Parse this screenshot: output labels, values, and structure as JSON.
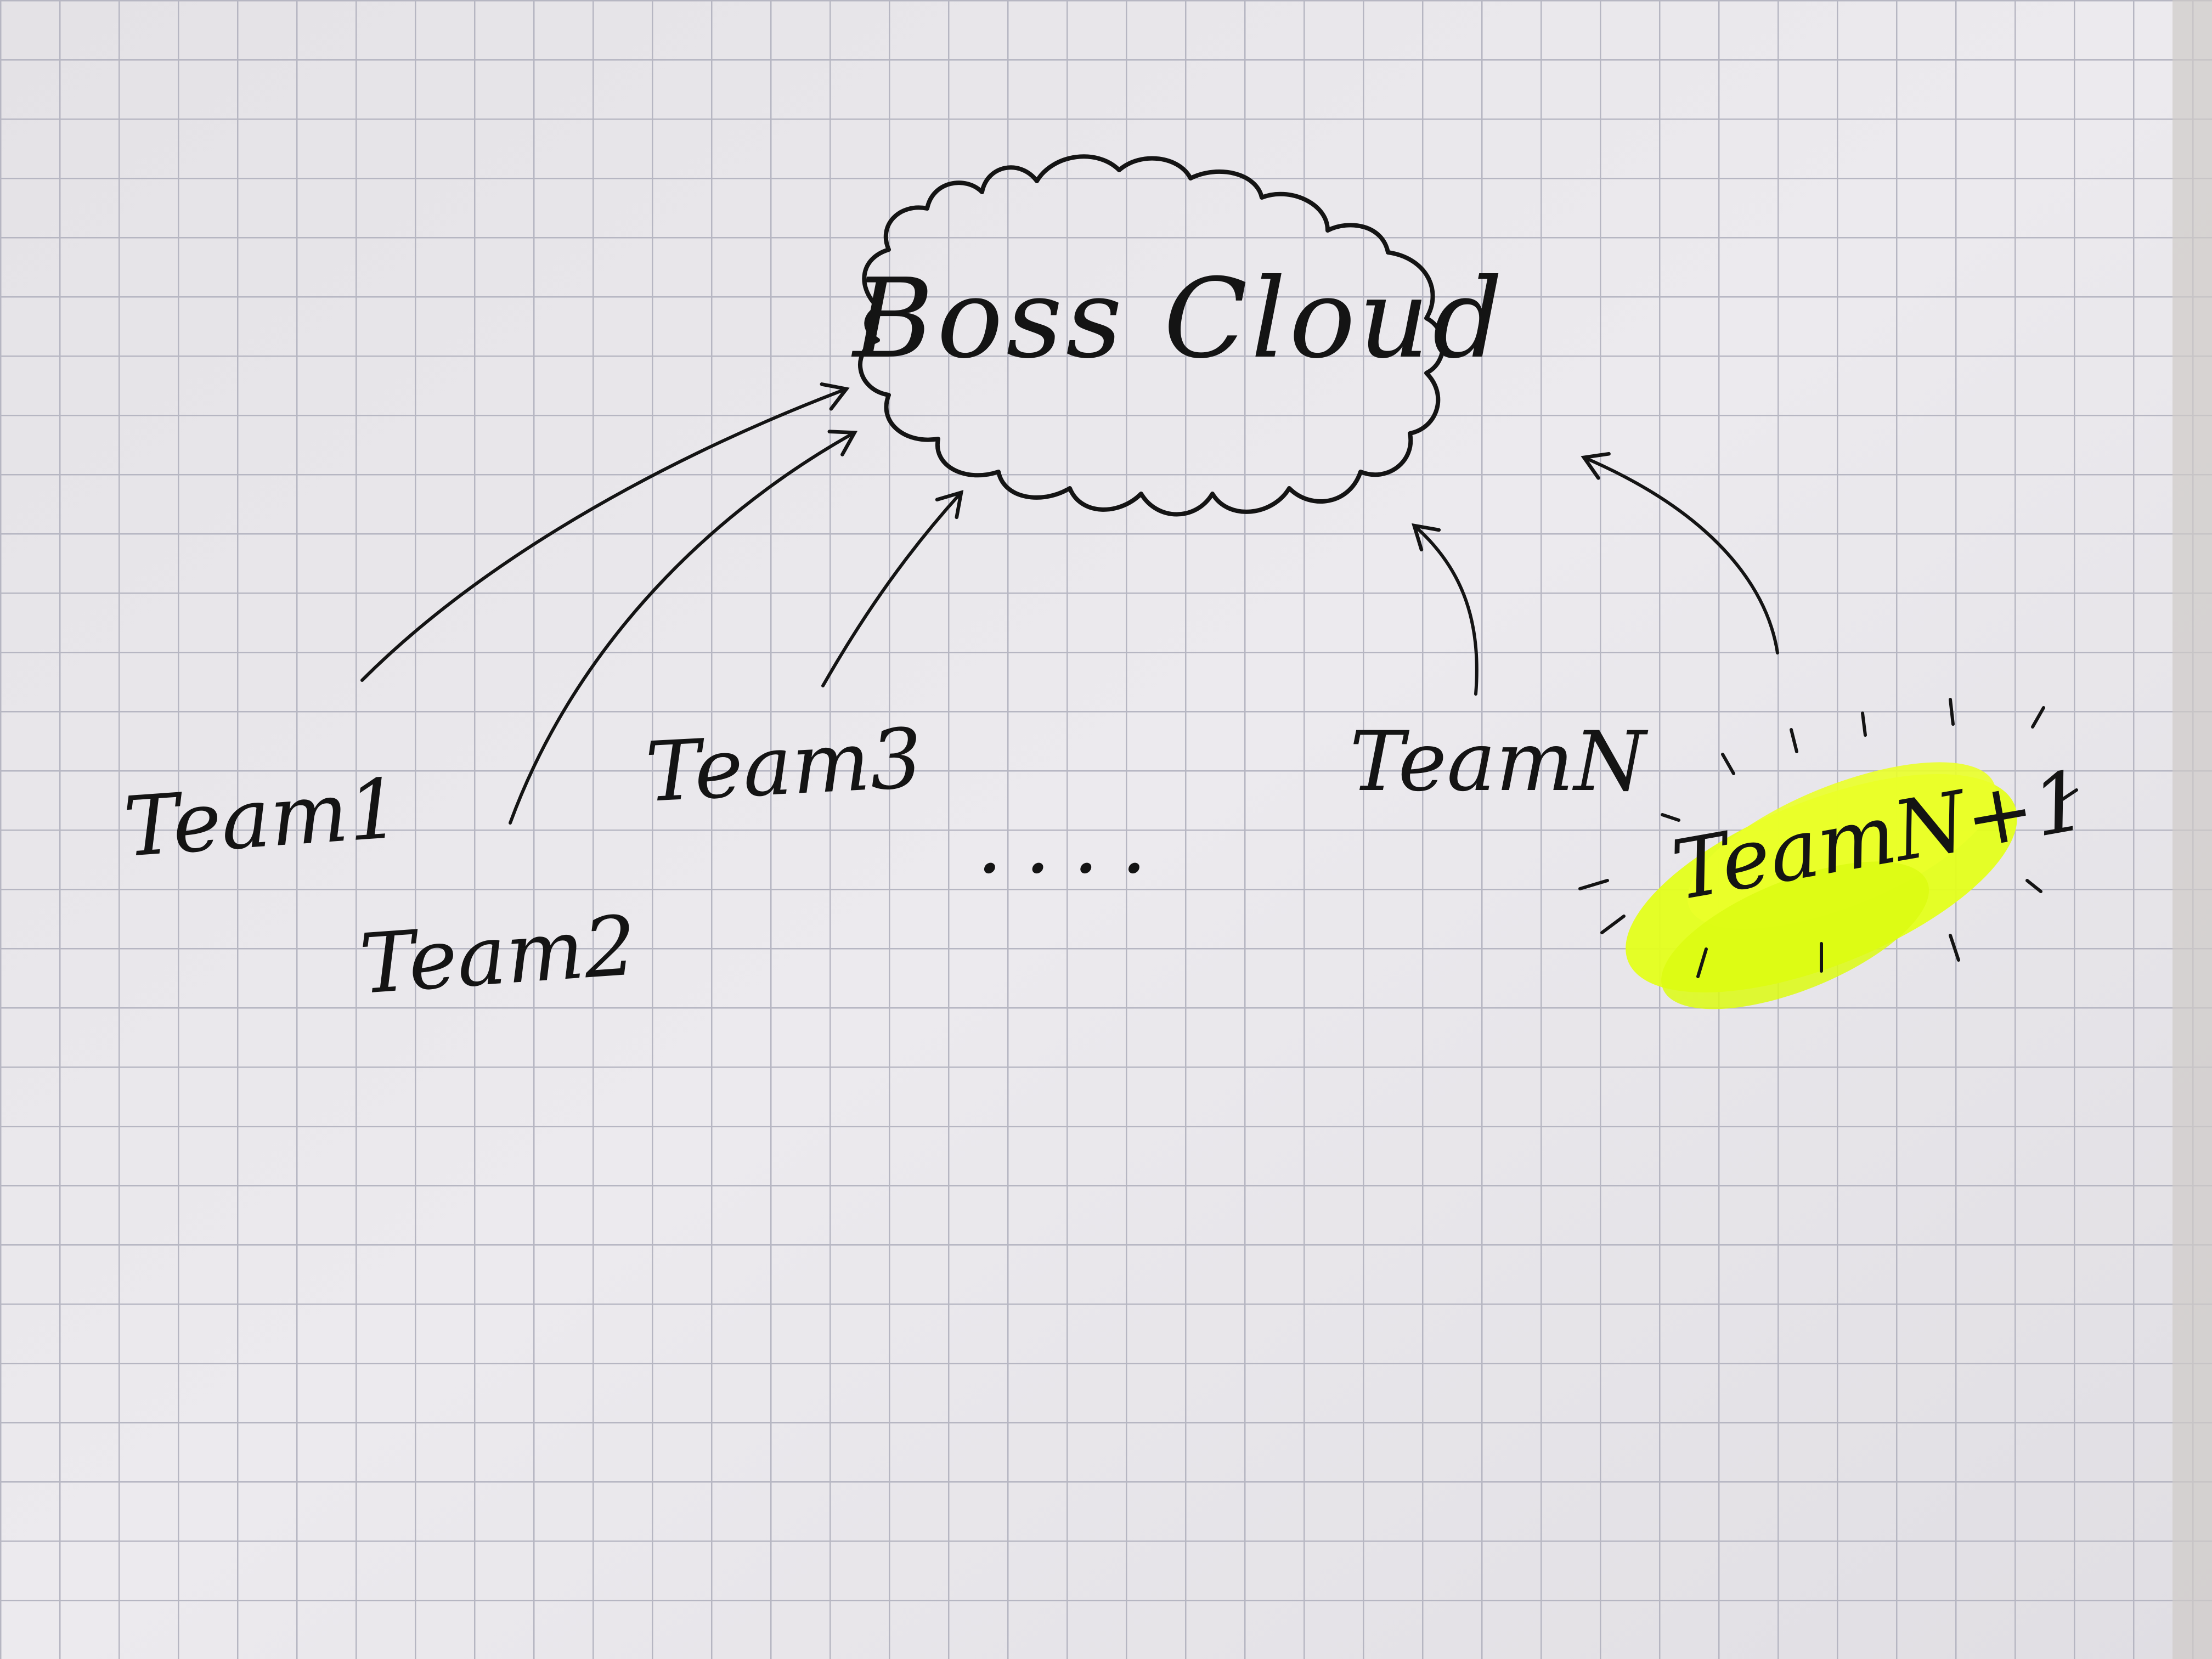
{
  "cloud": {
    "label": "Boss Cloud"
  },
  "teams": [
    {
      "id": "team1",
      "label": "Team1"
    },
    {
      "id": "team2",
      "label": "Team2"
    },
    {
      "id": "team3",
      "label": "Team3"
    },
    {
      "id": "teamN",
      "label": "TeamN"
    },
    {
      "id": "teamN1",
      "label": "TeamN+1",
      "highlighted": true
    }
  ],
  "ellipsis": "....",
  "colors": {
    "paper": "#e9e8ec",
    "grid": "#b9b9c3",
    "ink": "#141414",
    "highlighter": "#e4ff1c"
  }
}
